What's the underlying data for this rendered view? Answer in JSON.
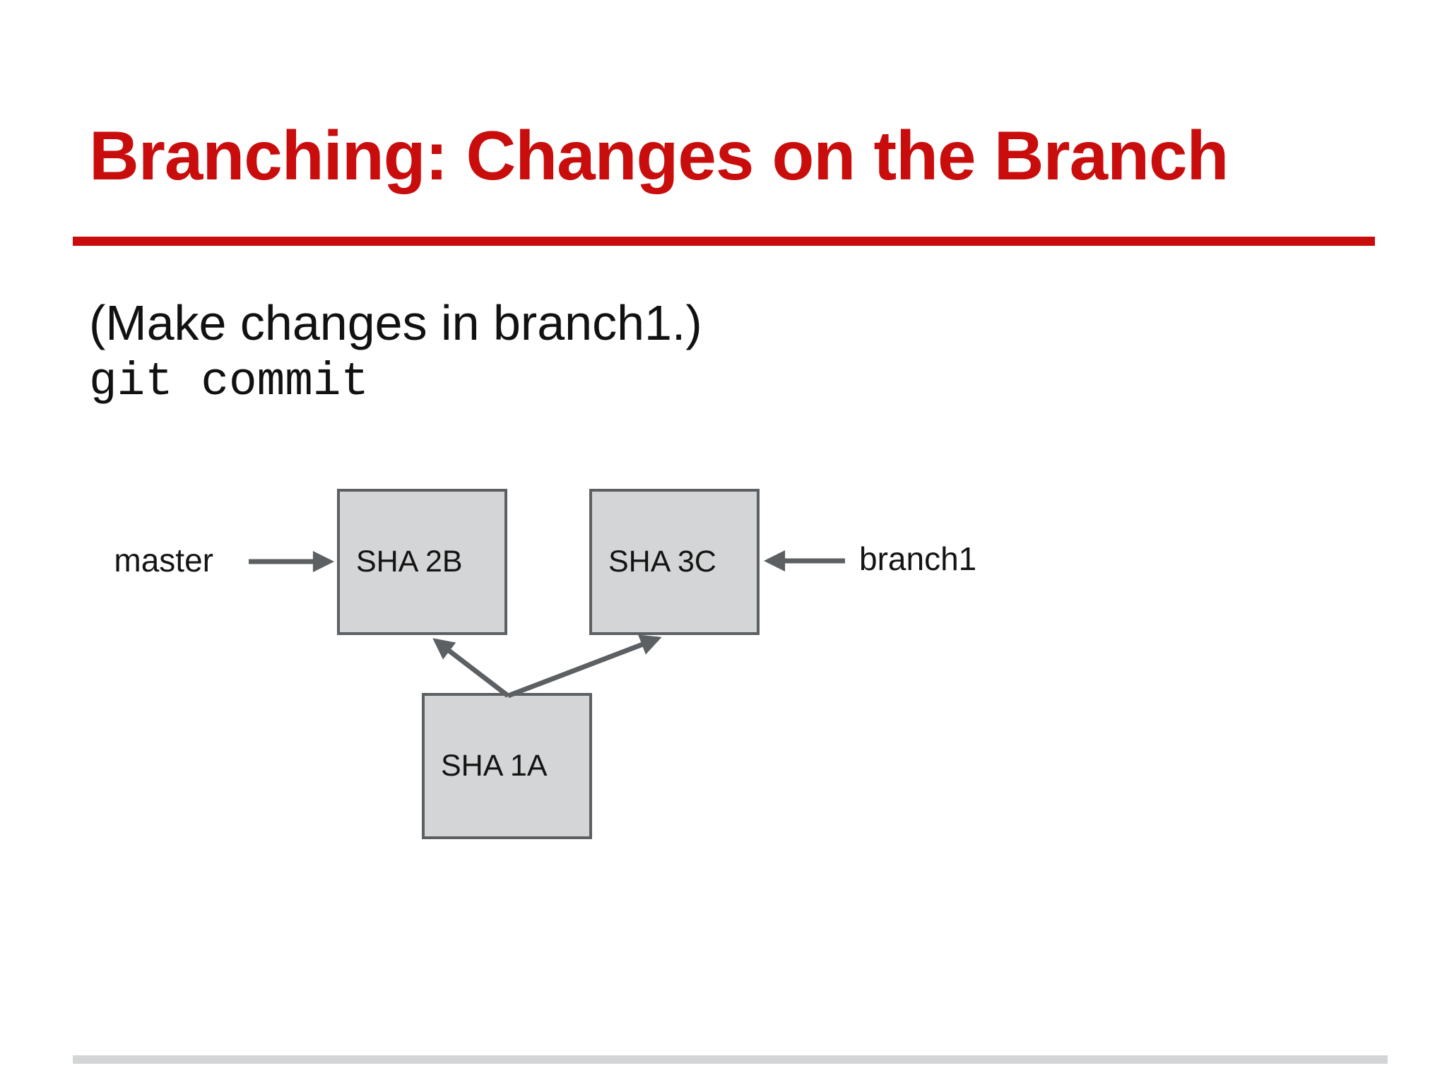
{
  "slide": {
    "title": "Branching: Changes on the Branch",
    "note": "(Make changes in branch1.)",
    "command": "git commit"
  },
  "diagram": {
    "nodes": [
      {
        "label": "SHA 2B"
      },
      {
        "label": "SHA 3C"
      },
      {
        "label": "SHA 1A"
      }
    ],
    "pointers": [
      {
        "label": "master",
        "points_to": "SHA 2B"
      },
      {
        "label": "branch1",
        "points_to": "SHA 3C"
      }
    ],
    "edges": [
      {
        "from": "SHA 1A",
        "to": "SHA 2B"
      },
      {
        "from": "SHA 1A",
        "to": "SHA 3C"
      }
    ]
  },
  "colors": {
    "accent": "#c90d0d",
    "text": "#111111",
    "box-fill": "#d4d5d6",
    "box-border": "#5c6063",
    "arrow": "#5c6063",
    "footer-bar": "#d3d5d6"
  }
}
